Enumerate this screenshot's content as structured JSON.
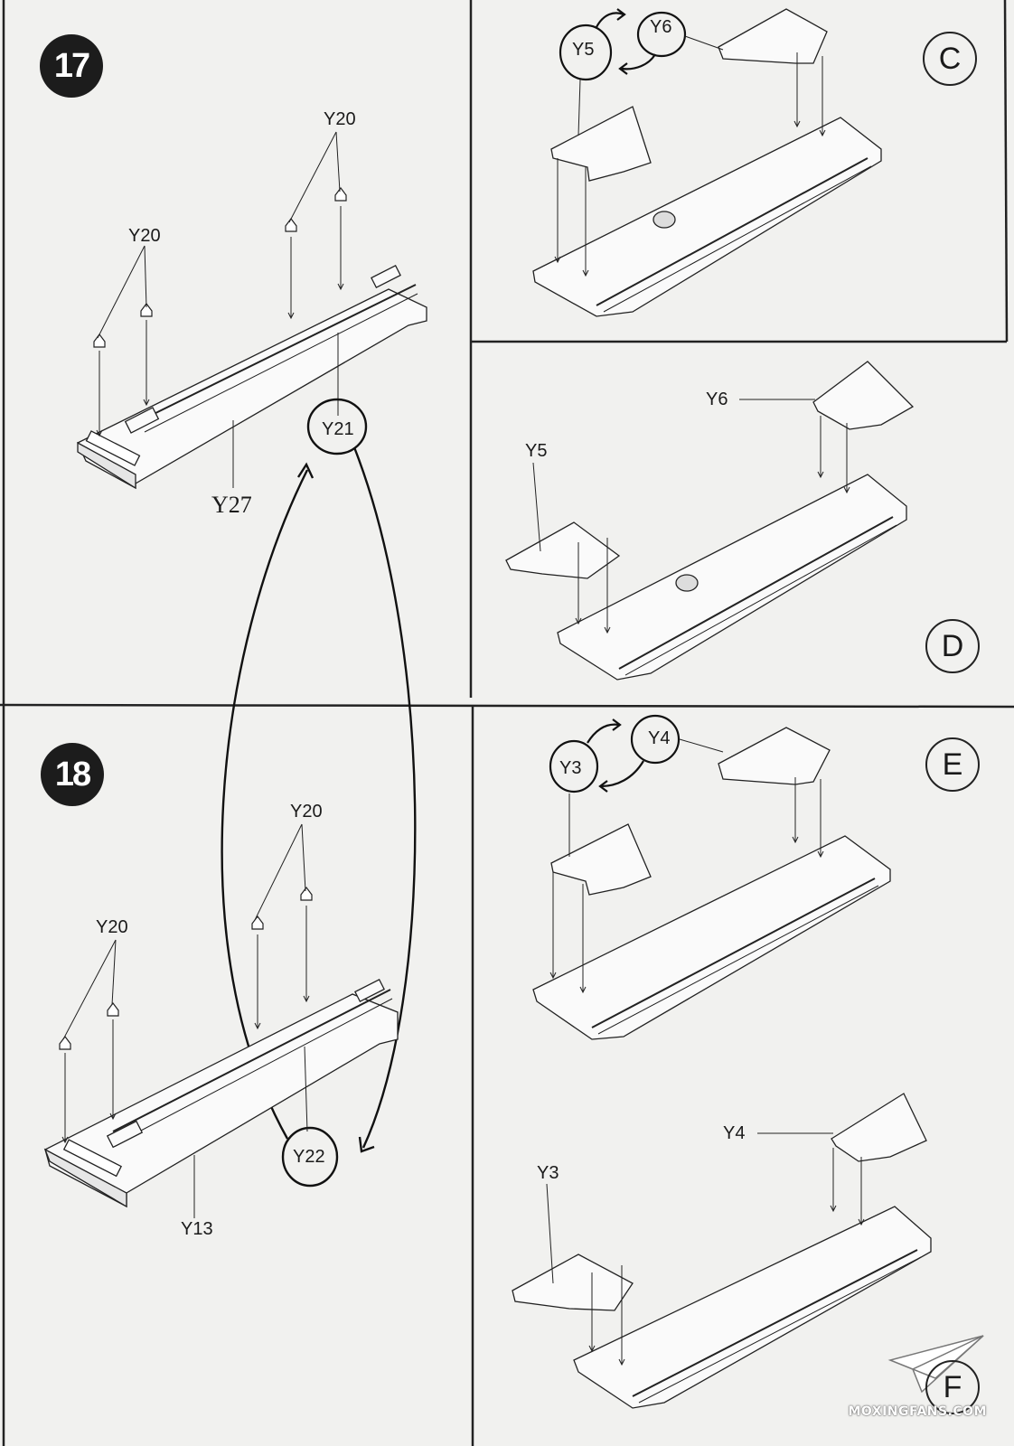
{
  "steps": {
    "s17": "17",
    "s18": "18"
  },
  "variants": {
    "c": "C",
    "d": "D",
    "e": "E",
    "f": "F"
  },
  "parts": {
    "p17_y20a": "Y20",
    "p17_y20b": "Y20",
    "p17_y21": "Y21",
    "p17_y27": "Y27",
    "p18_y20a": "Y20",
    "p18_y20b": "Y20",
    "p18_y22": "Y22",
    "p18_y13": "Y13",
    "c_y5": "Y5",
    "c_y6": "Y6",
    "d_y6": "Y6",
    "d_y5": "Y5",
    "e_y3": "Y3",
    "e_y4": "Y4",
    "f_y4": "Y4",
    "f_y3": "Y3"
  },
  "watermark": "MOXINGFANS.COM",
  "icons": [
    "paper-plane-logo-icon",
    "swap-arrow-icon"
  ]
}
